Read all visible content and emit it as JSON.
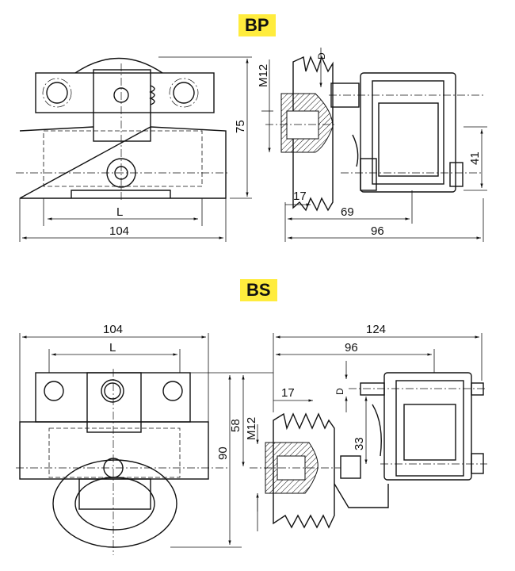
{
  "sections": [
    {
      "label": "BP",
      "dims": {
        "height": "75",
        "l": "L",
        "width": "104",
        "thread": "M12",
        "d": "D",
        "offset": "17",
        "depth": "69",
        "total": "96",
        "bolt_height": "41"
      }
    },
    {
      "label": "BS",
      "dims": {
        "width": "104",
        "l": "L",
        "total": "124",
        "depth": "96",
        "d": "D",
        "offset": "17",
        "thread": "M12",
        "upper": "58",
        "height": "90",
        "bolt_height": "33"
      }
    }
  ],
  "colors": {
    "badge": "#ffec3d"
  }
}
